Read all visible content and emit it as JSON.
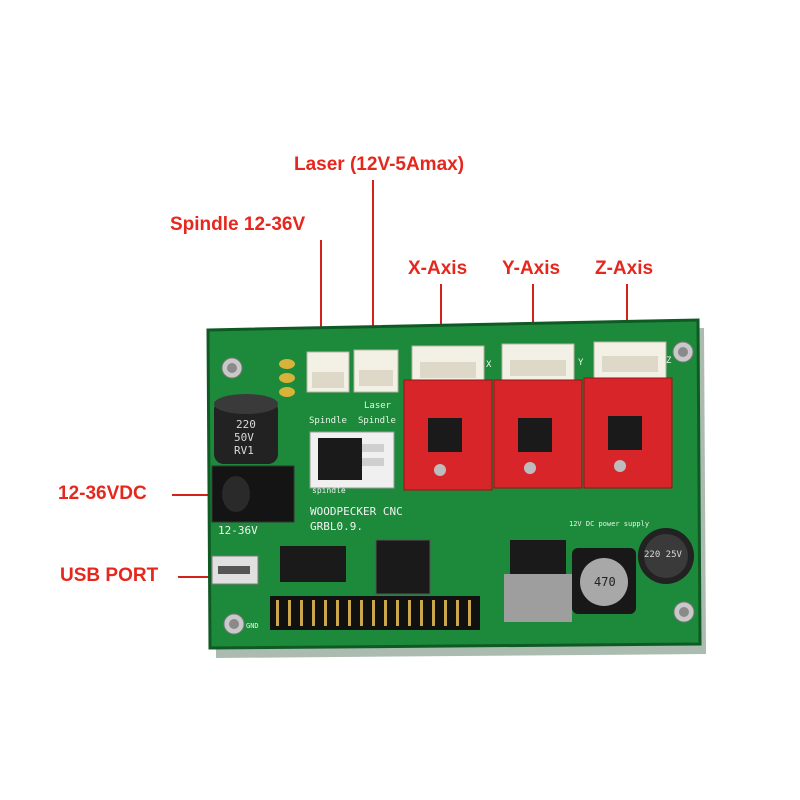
{
  "callouts": {
    "laser": "Laser (12V-5Amax)",
    "spindle": "Spindle 12-36V",
    "x_axis": "X-Axis",
    "y_axis": "Y-Axis",
    "z_axis": "Z-Axis",
    "power": "12-36VDC",
    "usb": "USB PORT"
  },
  "board": {
    "brand": "WOODPECKER CNC",
    "firmware": "GRBL0.9.",
    "voltage": "12-36V",
    "cap_left": [
      "220",
      "50V",
      "RV1"
    ],
    "cap_right": "220 25V",
    "inductor": "470",
    "laser_mark": "Laser",
    "spindle_mark": "Spindle",
    "spindle_mark2": "Spindle",
    "spindle_mark3": "spindle",
    "power_supply_mark": "12V DC power supply",
    "axis_x": "X",
    "axis_y": "Y",
    "axis_z": "Z",
    "gnd": "GND"
  },
  "colors": {
    "callout_text": "#e5271d",
    "pcb": "#1c8a3a",
    "driver_board": "#d8252a",
    "connector": "#f3f0e6"
  }
}
